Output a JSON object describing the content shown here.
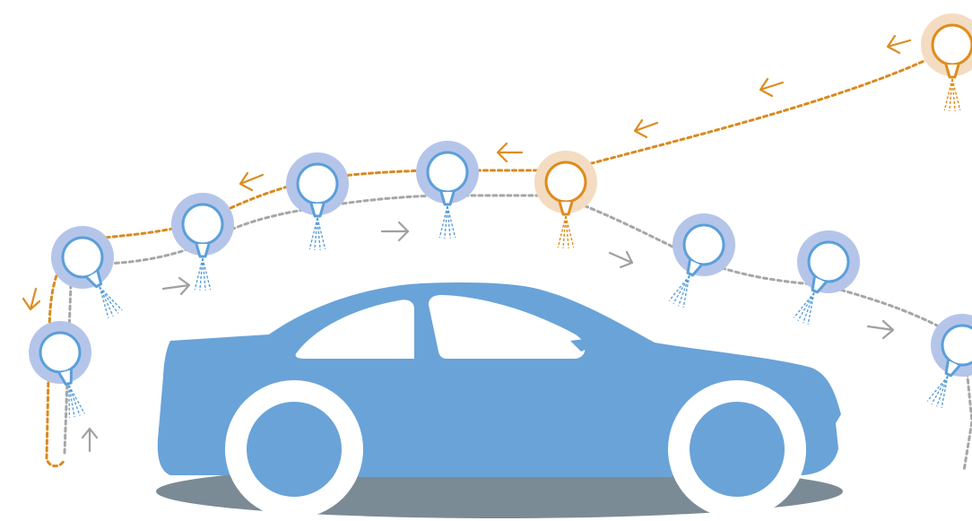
{
  "diagram": {
    "title": "",
    "colors": {
      "background": "#ffffff",
      "car_body": "#6aa3d8",
      "car_window": "#ffffff",
      "car_shadow": "#7a8b96",
      "wheel_rim": "#ffffff",
      "nozzle_blue_halo": "#b5c5ea",
      "nozzle_blue_stroke": "#5b9fd9",
      "nozzle_orange_halo": "#f4dcc2",
      "nozzle_orange_stroke": "#de8c1d",
      "path_orange": "#d98a1e",
      "path_gray": "#a6a6a6"
    },
    "icons": {
      "nozzle": "spray-nozzle-icon",
      "arrow": "direction-arrow-icon",
      "vehicle": "car-icon"
    },
    "nozzles": [
      {
        "name": "nozzle-rear-low",
        "state": "blue"
      },
      {
        "name": "nozzle-rear-mid",
        "state": "blue"
      },
      {
        "name": "nozzle-rear-roof",
        "state": "blue"
      },
      {
        "name": "nozzle-roof-1",
        "state": "blue"
      },
      {
        "name": "nozzle-roof-2",
        "state": "blue"
      },
      {
        "name": "nozzle-roof-active",
        "state": "orange"
      },
      {
        "name": "nozzle-front-window",
        "state": "blue"
      },
      {
        "name": "nozzle-hood",
        "state": "blue"
      },
      {
        "name": "nozzle-front-bumper",
        "state": "blue"
      },
      {
        "name": "nozzle-top-right",
        "state": "orange"
      }
    ],
    "paths": [
      {
        "name": "orange-return-path",
        "color": "orange",
        "direction": "reverse"
      },
      {
        "name": "gray-forward-path",
        "color": "gray",
        "direction": "forward"
      }
    ]
  }
}
